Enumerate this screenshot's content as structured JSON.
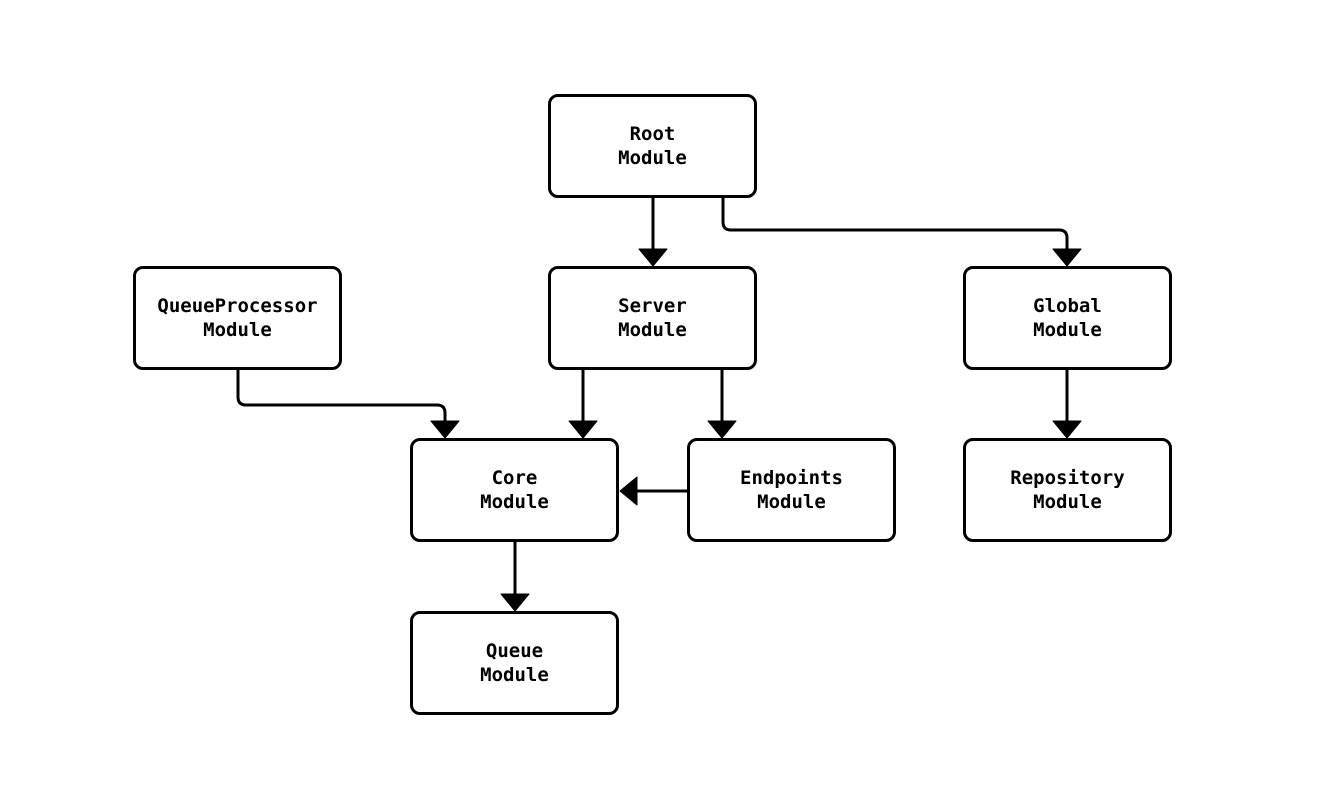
{
  "diagram": {
    "type": "flowchart",
    "background_color": "#ffffff",
    "node_fill_color": "#ffffff",
    "node_stroke_color": "#000000",
    "text_color": "#000000",
    "arrow_color": "#000000",
    "nodes": {
      "root": {
        "label": "Root\nModule"
      },
      "queueprocessor": {
        "label": "QueueProcessor\nModule"
      },
      "server": {
        "label": "Server\nModule"
      },
      "global": {
        "label": "Global\nModule"
      },
      "core": {
        "label": "Core\nModule"
      },
      "endpoints": {
        "label": "Endpoints\nModule"
      },
      "repository": {
        "label": "Repository\nModule"
      },
      "queue": {
        "label": "Queue\nModule"
      }
    },
    "edges": [
      {
        "from": "Root Module",
        "to": "Server Module"
      },
      {
        "from": "Root Module",
        "to": "Global Module"
      },
      {
        "from": "QueueProcessor Module",
        "to": "Core Module"
      },
      {
        "from": "Server Module",
        "to": "Core Module"
      },
      {
        "from": "Server Module",
        "to": "Endpoints Module"
      },
      {
        "from": "Endpoints Module",
        "to": "Core Module"
      },
      {
        "from": "Global Module",
        "to": "Repository Module"
      },
      {
        "from": "Core Module",
        "to": "Queue Module"
      }
    ]
  }
}
